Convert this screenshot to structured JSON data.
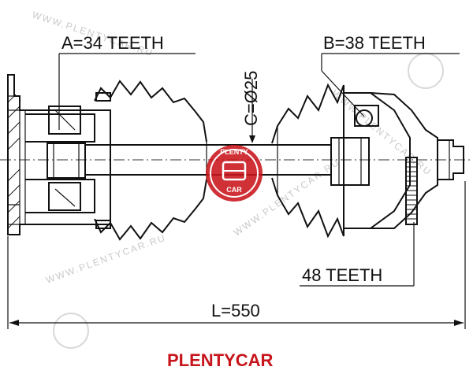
{
  "labels": {
    "a_teeth": "A=34 TEETH",
    "b_teeth": "B=38 TEETH",
    "c_diameter": "C=Ø25",
    "teeth_48": "48 TEETH",
    "length": "L=550"
  },
  "brand": "PLENTYCAR",
  "watermark": {
    "url": "WWW.PLENTYCAR.RU",
    "stamp_top": "PLENTY",
    "stamp_bottom": "CAR"
  },
  "colors": {
    "line": "#111111",
    "brand_red": "#c8151b",
    "watermark_gray": "#c9c9c9"
  }
}
